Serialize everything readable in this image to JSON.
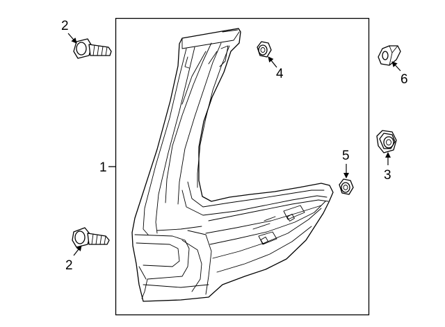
{
  "callouts": {
    "c1": "1",
    "c2_top": "2",
    "c2_bottom": "2",
    "c3": "3",
    "c4": "4",
    "c5": "5",
    "c6": "6"
  },
  "icons": [
    "tail-lamp-assembly",
    "bolt",
    "bolt",
    "nut",
    "nut",
    "nut",
    "clip"
  ],
  "colors": {
    "line": "#000000",
    "background": "#ffffff"
  }
}
